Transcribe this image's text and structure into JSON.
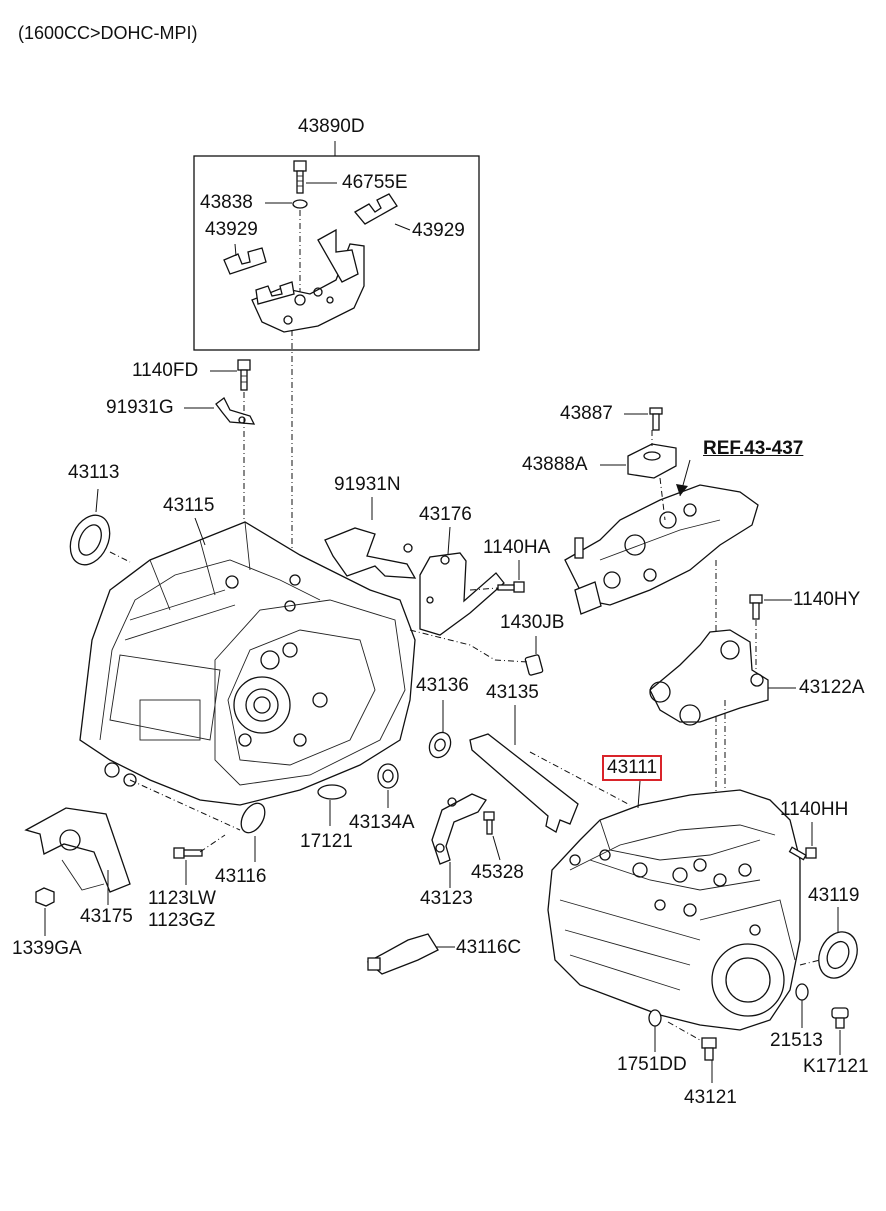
{
  "heading": "(1600CC>DOHC-MPI)",
  "labels": {
    "p43890D": "43890D",
    "p46755E": "46755E",
    "p43838": "43838",
    "p43929a": "43929",
    "p43929b": "43929",
    "p1140FD": "1140FD",
    "p91931G": "91931G",
    "p43887": "43887",
    "p43888A": "43888A",
    "ref43437": "REF.43-437",
    "p43113": "43113",
    "p43115": "43115",
    "p91931N": "91931N",
    "p43176": "43176",
    "p1140HA": "1140HA",
    "p1430JB": "1430JB",
    "p1140HY": "1140HY",
    "p43122A": "43122A",
    "p43136": "43136",
    "p43135": "43135",
    "p43111": "43111",
    "p1140HH": "1140HH",
    "p43134A": "43134A",
    "p17121": "17121",
    "p43116": "43116",
    "p45328": "45328",
    "p43123": "43123",
    "p43175": "43175",
    "p1123LW": "1123LW",
    "p1123GZ": "1123GZ",
    "p1339GA": "1339GA",
    "p43116C": "43116C",
    "p43119": "43119",
    "p21513": "21513",
    "p1751DD": "1751DD",
    "pK17121": "K17121",
    "p43121": "43121"
  },
  "highlight_color": "#d9242a"
}
